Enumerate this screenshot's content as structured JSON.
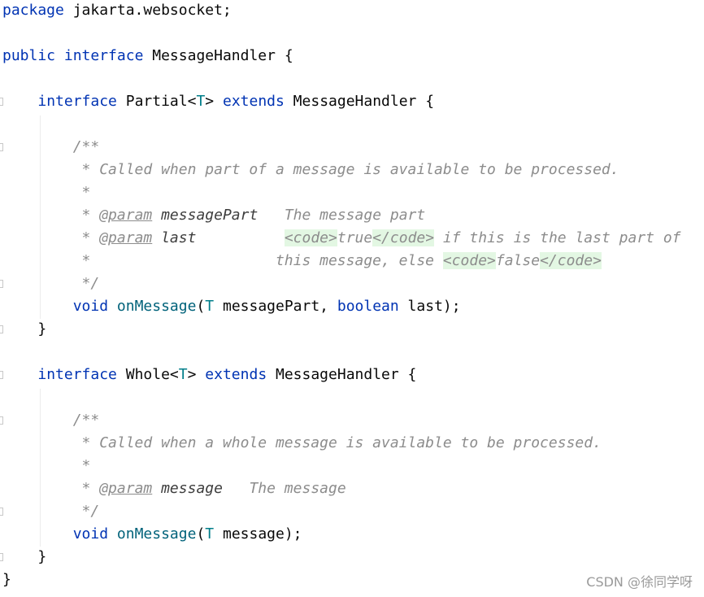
{
  "code": {
    "l1": {
      "t1": "package",
      "t2": " jakarta.websocket;"
    },
    "l2": {
      "t1": "public",
      "t2": " ",
      "t3": "interface",
      "t4": " MessageHandler {"
    },
    "l3": {
      "t1": "    ",
      "t2": "interface",
      "t3": " Partial<",
      "t4": "T",
      "t5": "> ",
      "t6": "extends",
      "t7": " MessageHandler {"
    },
    "l4": {
      "t1": "        /**"
    },
    "l5": {
      "t1": "         * Called when part of a message is available to be processed."
    },
    "l6": {
      "t1": "         *"
    },
    "l7": {
      "t1": "         * ",
      "t2": "@param",
      "t3": " ",
      "t4": "messagePart",
      "t5": "   The message part"
    },
    "l8": {
      "t1": "         * ",
      "t2": "@param",
      "t3": " ",
      "t4": "last",
      "t5": "          ",
      "t6": "<code>",
      "t7": "true",
      "t8": "</code>",
      "t9": " if this is the last part of"
    },
    "l9": {
      "t1": "         *                     this message, else ",
      "t2": "<code>",
      "t3": "false",
      "t4": "</code>"
    },
    "l10": {
      "t1": "         */"
    },
    "l11": {
      "t1": "        ",
      "t2": "void",
      "t3": " ",
      "t4": "onMessage",
      "t5": "(",
      "t6": "T",
      "t7": " messagePart, ",
      "t8": "boolean",
      "t9": " last);"
    },
    "l12": {
      "t1": "    }"
    },
    "l13": {
      "t1": "    ",
      "t2": "interface",
      "t3": " Whole<",
      "t4": "T",
      "t5": "> ",
      "t6": "extends",
      "t7": " MessageHandler {"
    },
    "l14": {
      "t1": "        /**"
    },
    "l15": {
      "t1": "         * Called when a whole message is available to be processed."
    },
    "l16": {
      "t1": "         *"
    },
    "l17": {
      "t1": "         * ",
      "t2": "@param",
      "t3": " ",
      "t4": "message",
      "t5": "   The message"
    },
    "l18": {
      "t1": "         */"
    },
    "l19": {
      "t1": "        ",
      "t2": "void",
      "t3": " ",
      "t4": "onMessage",
      "t5": "(",
      "t6": "T",
      "t7": " message);"
    },
    "l20": {
      "t1": "    }"
    },
    "l21": {
      "t1": "}"
    }
  },
  "watermark": "CSDN @徐同学呀",
  "colors": {
    "keyword": "#0033b3",
    "type_param": "#007e8a",
    "method": "#00627a",
    "comment": "#8c8c8c",
    "code_highlight_bg": "#e3f7e3",
    "text": "#080808"
  }
}
